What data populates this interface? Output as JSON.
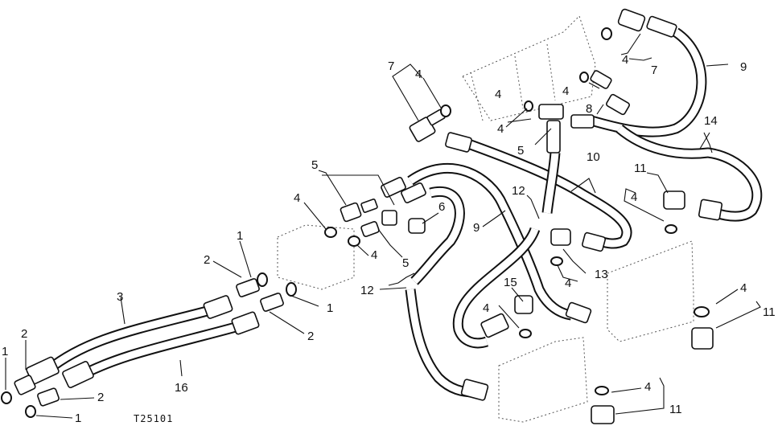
{
  "figure_id": "T25101",
  "callouts": [
    {
      "id": "c1a",
      "text": "1"
    },
    {
      "id": "c1b",
      "text": "1"
    },
    {
      "id": "c1c",
      "text": "1"
    },
    {
      "id": "c1d",
      "text": "1"
    },
    {
      "id": "c2a",
      "text": "2"
    },
    {
      "id": "c2b",
      "text": "2"
    },
    {
      "id": "c2c",
      "text": "2"
    },
    {
      "id": "c2d",
      "text": "2"
    },
    {
      "id": "c3",
      "text": "3"
    },
    {
      "id": "c16",
      "text": "16"
    },
    {
      "id": "c4a",
      "text": "4"
    },
    {
      "id": "c4b",
      "text": "4"
    },
    {
      "id": "c4c",
      "text": "4"
    },
    {
      "id": "c4d",
      "text": "4"
    },
    {
      "id": "c4e",
      "text": "4"
    },
    {
      "id": "c4f",
      "text": "4"
    },
    {
      "id": "c4g",
      "text": "4"
    },
    {
      "id": "c4h",
      "text": "4"
    },
    {
      "id": "c4i",
      "text": "4"
    },
    {
      "id": "c4j",
      "text": "4"
    },
    {
      "id": "c4k",
      "text": "4"
    },
    {
      "id": "c4l",
      "text": "4"
    },
    {
      "id": "c5a",
      "text": "5"
    },
    {
      "id": "c5b",
      "text": "5"
    },
    {
      "id": "c5c",
      "text": "5"
    },
    {
      "id": "c6",
      "text": "6"
    },
    {
      "id": "c7a",
      "text": "7"
    },
    {
      "id": "c7b",
      "text": "7"
    },
    {
      "id": "c8",
      "text": "8"
    },
    {
      "id": "c9a",
      "text": "9"
    },
    {
      "id": "c9b",
      "text": "9"
    },
    {
      "id": "c10",
      "text": "10"
    },
    {
      "id": "c11a",
      "text": "11"
    },
    {
      "id": "c11b",
      "text": "11"
    },
    {
      "id": "c11c",
      "text": "11"
    },
    {
      "id": "c12a",
      "text": "12"
    },
    {
      "id": "c12b",
      "text": "12"
    },
    {
      "id": "c13",
      "text": "13"
    },
    {
      "id": "c14",
      "text": "14"
    },
    {
      "id": "c15",
      "text": "15"
    }
  ]
}
